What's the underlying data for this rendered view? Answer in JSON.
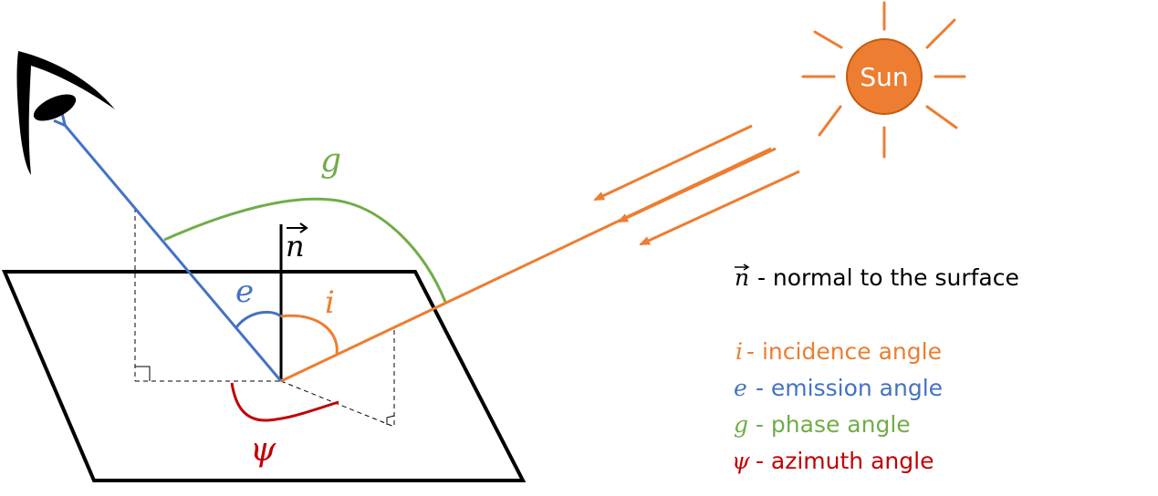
{
  "colors": {
    "black": "#000000",
    "orange": "#ED7D31",
    "blue": "#4472C4",
    "green": "#70AD47",
    "red": "#C00000"
  },
  "diagram": {
    "sun_label": "Sun",
    "symbols": {
      "normal": "n",
      "incidence": "i",
      "emission": "e",
      "phase": "g",
      "azimuth": "ψ"
    }
  },
  "legend": {
    "normal": {
      "symbol": "n",
      "text": " - normal to the surface"
    },
    "incidence": {
      "symbol": "i",
      "text": "- incidence angle"
    },
    "emission": {
      "symbol": "e",
      "text": " - emission angle"
    },
    "phase": {
      "symbol": "g",
      "text": " - phase angle"
    },
    "azimuth": {
      "symbol": "ψ",
      "text": " - azimuth angle"
    }
  }
}
